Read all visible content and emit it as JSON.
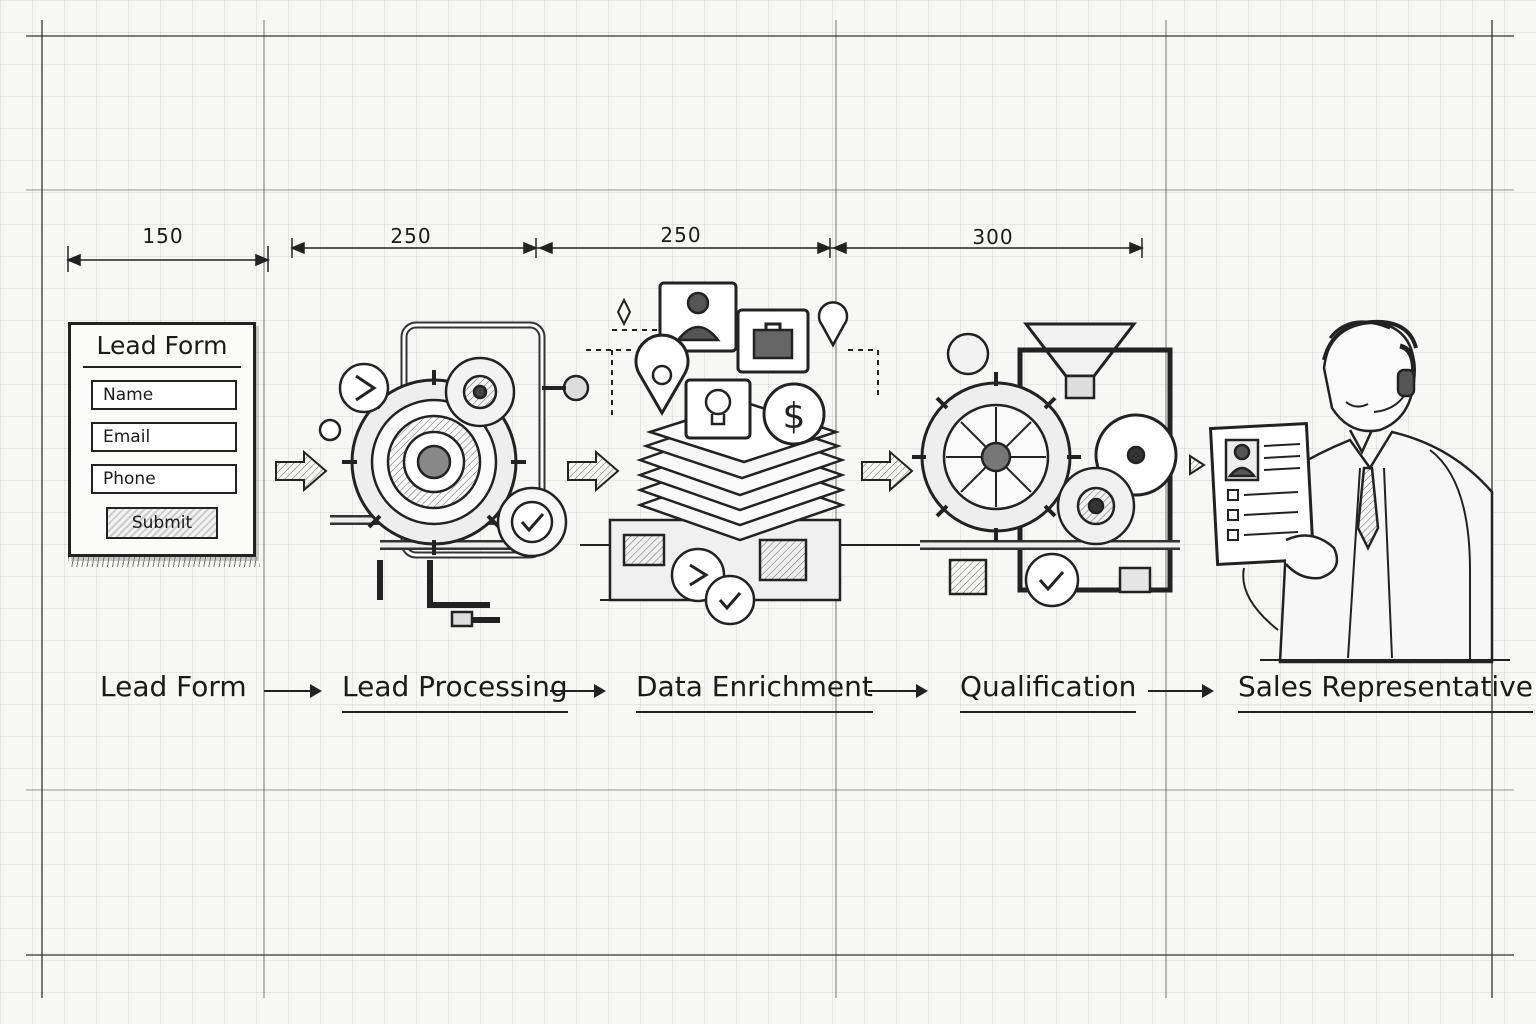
{
  "dimensions": [
    {
      "value": "150"
    },
    {
      "value": "250"
    },
    {
      "value": "250"
    },
    {
      "value": "300"
    }
  ],
  "lead_form": {
    "title": "Lead Form",
    "fields": [
      "Name",
      "Email",
      "Phone"
    ],
    "submit_label": "Submit"
  },
  "stages": [
    {
      "label": "Lead Form"
    },
    {
      "label": "Lead Processing"
    },
    {
      "label": "Data Enrichment"
    },
    {
      "label": "Qualification"
    },
    {
      "label": "Sales Representative"
    }
  ],
  "enrichment_icons": [
    "person-icon",
    "briefcase-icon",
    "location-pin-icon",
    "lightbulb-icon",
    "dollar-icon"
  ],
  "currency_symbol": "$",
  "colors": {
    "ink": "#1a1a1a",
    "paper": "#f7f7f5"
  }
}
